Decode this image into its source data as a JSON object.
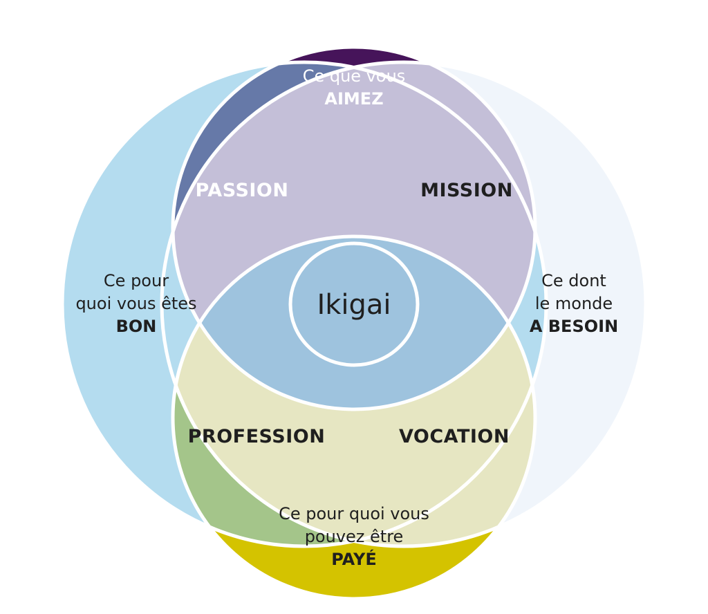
{
  "colors": {
    "love": "#46145a",
    "good": "#b4dcef",
    "need": "#f0f5fb",
    "paid": "#d4c300",
    "passion": "#6679a8",
    "mission": "#c4bfd8",
    "profession": "#a4c58a",
    "vocation": "#e6e6c2",
    "passion_mission": "#9ec3de",
    "profession_vocation": "#abd7d5",
    "passion_profession": "#6679a8",
    "mission_vocation": "#c4bfd8",
    "ikigai": "#9ec3de",
    "outline": "#ffffff",
    "label_light": "#ffffff",
    "label_dark": "#1f1f1f"
  },
  "circles": {
    "love": {
      "line1": "Ce que vous",
      "line2": "AIMEZ"
    },
    "good": {
      "line1": "Ce pour",
      "line2": "quoi vous êtes",
      "line3": "BON"
    },
    "need": {
      "line1": "Ce dont",
      "line2": "le monde",
      "line3": "A BESOIN"
    },
    "paid": {
      "line1": "Ce pour quoi vous",
      "line2": "pouvez être",
      "line3": "PAYÉ"
    }
  },
  "regions": {
    "passion": "PASSION",
    "mission": "MISSION",
    "profession": "PROFESSION",
    "vocation": "VOCATION",
    "center": "Ikigai"
  }
}
